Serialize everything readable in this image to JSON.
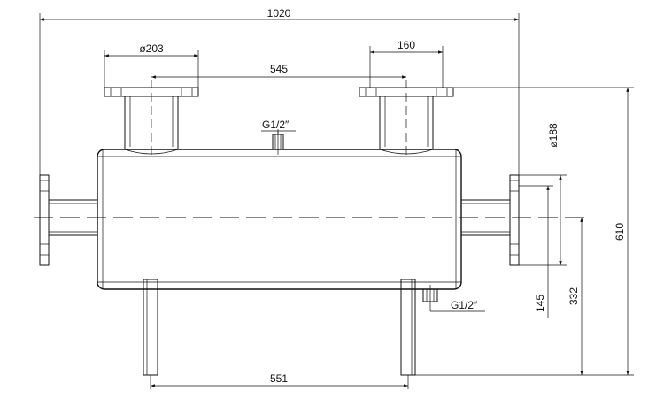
{
  "colors": {
    "line": "#111111",
    "background": "#ffffff"
  },
  "dimensions": {
    "overall_length": "1020",
    "top_flange_diameter": "ø203",
    "nozzle_spacing_top": "545",
    "top_flange_width": "160",
    "side_flange_diameter": "ø188",
    "total_height": "610",
    "axis_height": "332",
    "nozzle_offset": "145",
    "leg_spacing": "551"
  },
  "connections": {
    "top_port": "G1/2″",
    "bottom_port": "G1/2″"
  }
}
